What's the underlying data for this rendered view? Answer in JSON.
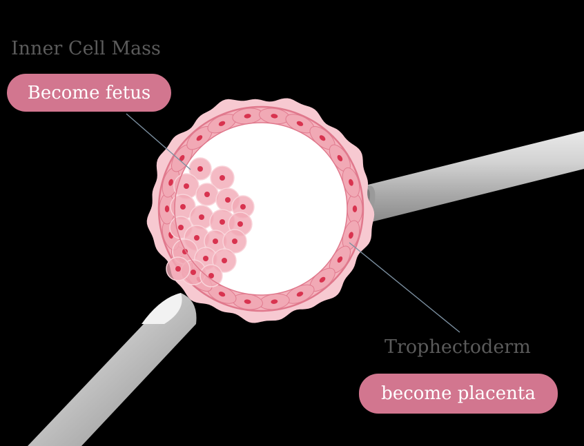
{
  "labels": {
    "inner_cell_mass": {
      "heading": "Inner Cell Mass",
      "description": "Become fetus"
    },
    "trophectoderm": {
      "heading": "Trophectoderm",
      "description": "become placenta"
    }
  },
  "colors": {
    "background": "#000000",
    "pill": "#d2768f",
    "heading_text": "#5b5b5b",
    "zona": "#f7c9d1",
    "cell_membrane": "#e07a8e",
    "cell_fill": "#f1a9b5",
    "nucleus": "#d8334f",
    "cavity": "#ffffff",
    "pipette": "#b5b5b5",
    "leader_line": "#7b8fa0"
  }
}
